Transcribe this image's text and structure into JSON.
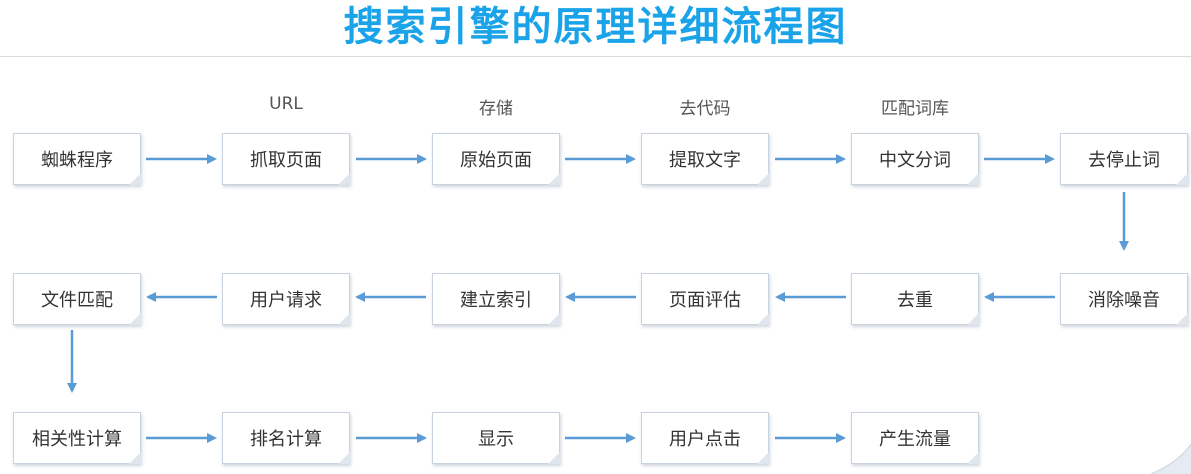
{
  "title": "搜索引擎的原理详细流程图",
  "labels": [
    "URL",
    "存储",
    "去代码",
    "匹配词库"
  ],
  "nodes": {
    "r1": [
      "蜘蛛程序",
      "抓取页面",
      "原始页面",
      "提取文字",
      "中文分词",
      "去停止词"
    ],
    "r2": [
      "文件匹配",
      "用户请求",
      "建立索引",
      "页面评估",
      "去重",
      "消除噪音"
    ],
    "r3": [
      "相关性计算",
      "排名计算",
      "显示",
      "用户点击",
      "产生流量"
    ]
  },
  "colors": {
    "title": "#1aa3e8",
    "arrow": "#5b9bd5",
    "node_border": "#c9d3de"
  }
}
